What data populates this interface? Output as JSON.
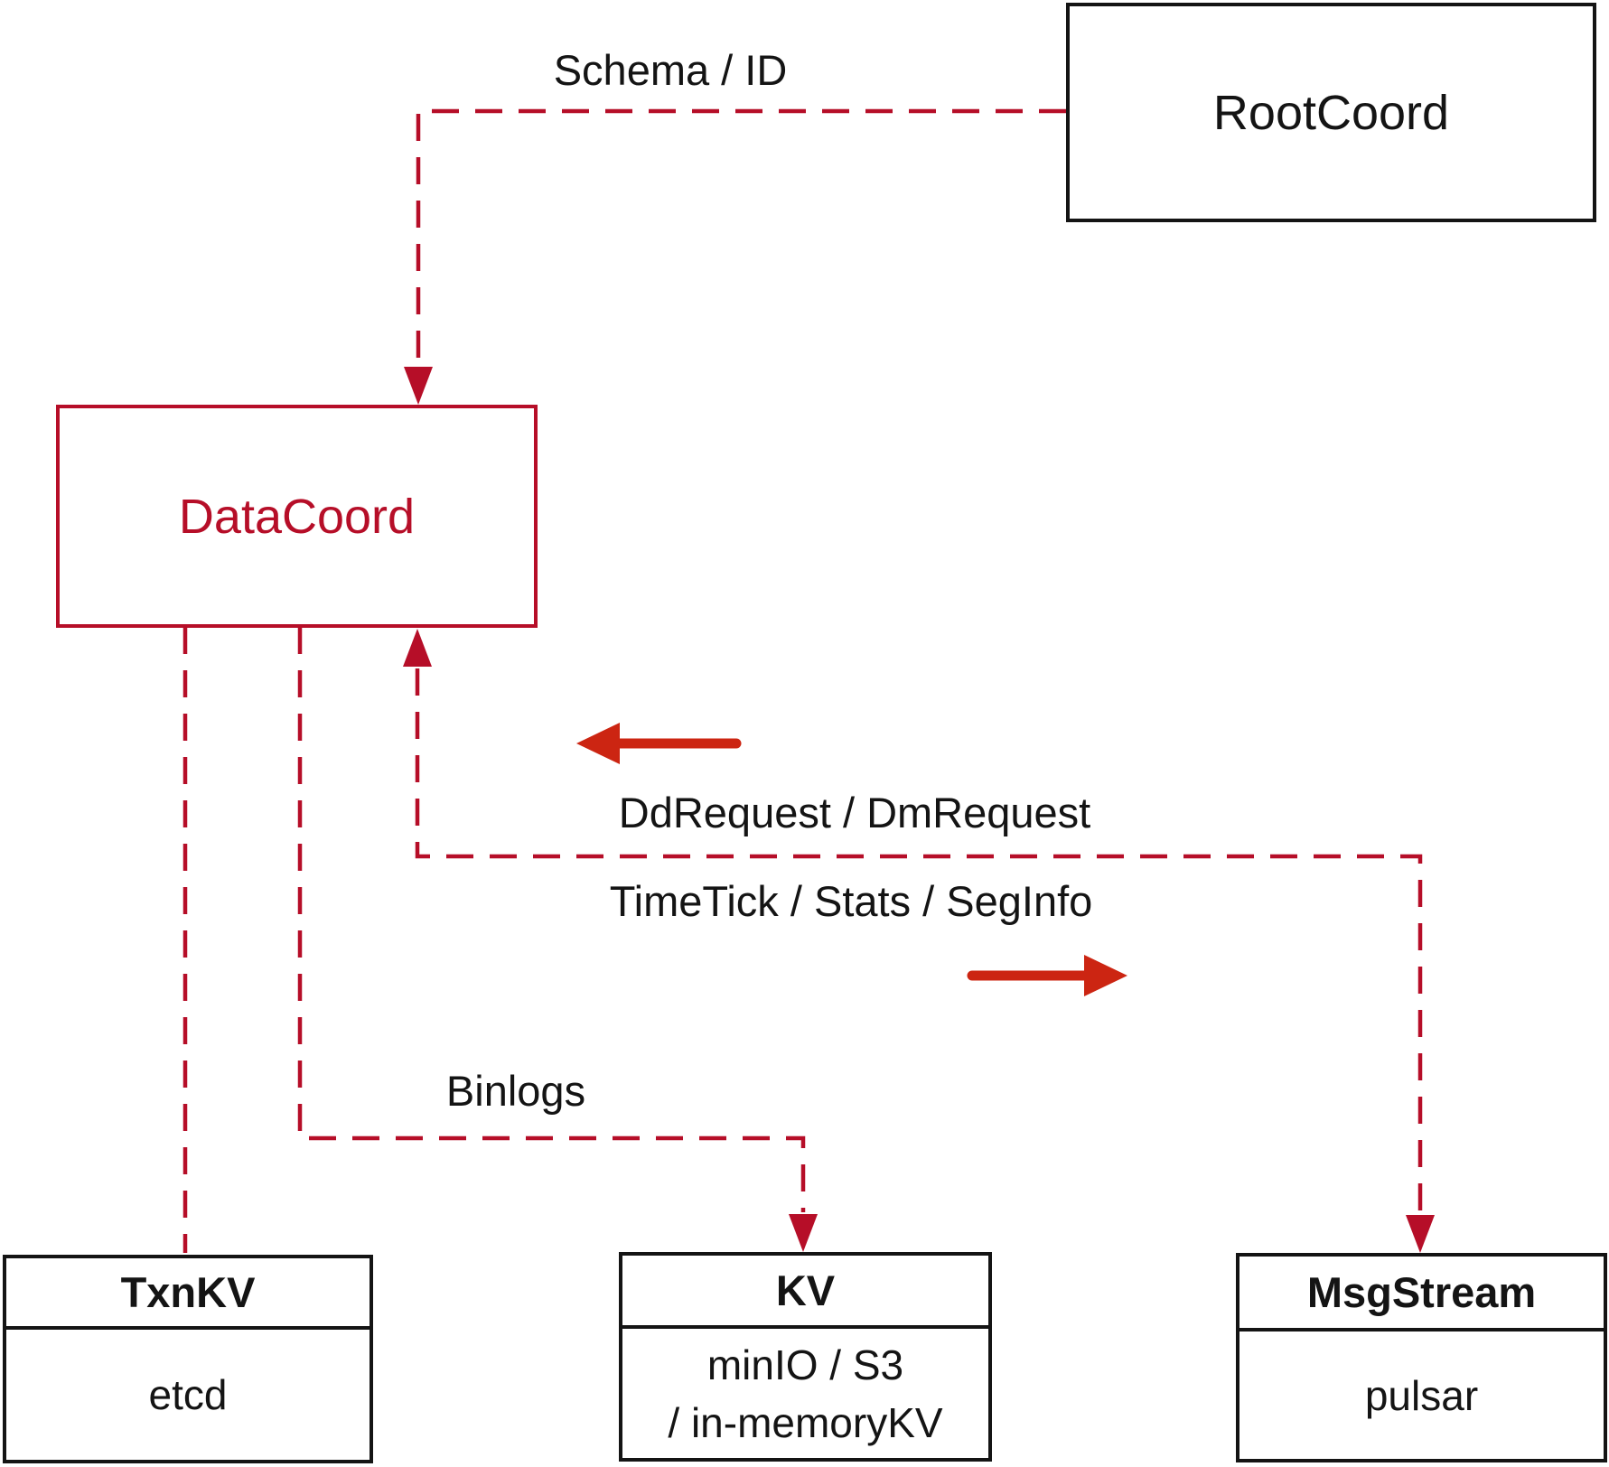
{
  "diagram": {
    "title_hint": "DataCoord interaction diagram"
  },
  "colors": {
    "dashed_line_red": "#b60e28",
    "solid_arrow_red": "#cc2512",
    "box_border_black": "#141414"
  },
  "nodes": {
    "rootcoord": {
      "title": "RootCoord"
    },
    "datacoord": {
      "title": "DataCoord"
    },
    "txnkv": {
      "title": "TxnKV",
      "impl": "etcd"
    },
    "kv": {
      "title": "KV",
      "impl_line1": "minIO / S3",
      "impl_line2": "/ in-memoryKV"
    },
    "msgstream": {
      "title": "MsgStream",
      "impl": "pulsar"
    }
  },
  "edges": {
    "schema_id": "Schema / ID",
    "dd_dm": "DdRequest / DmRequest",
    "timetick": "TimeTick / Stats / SegInfo",
    "binlogs": "Binlogs"
  }
}
